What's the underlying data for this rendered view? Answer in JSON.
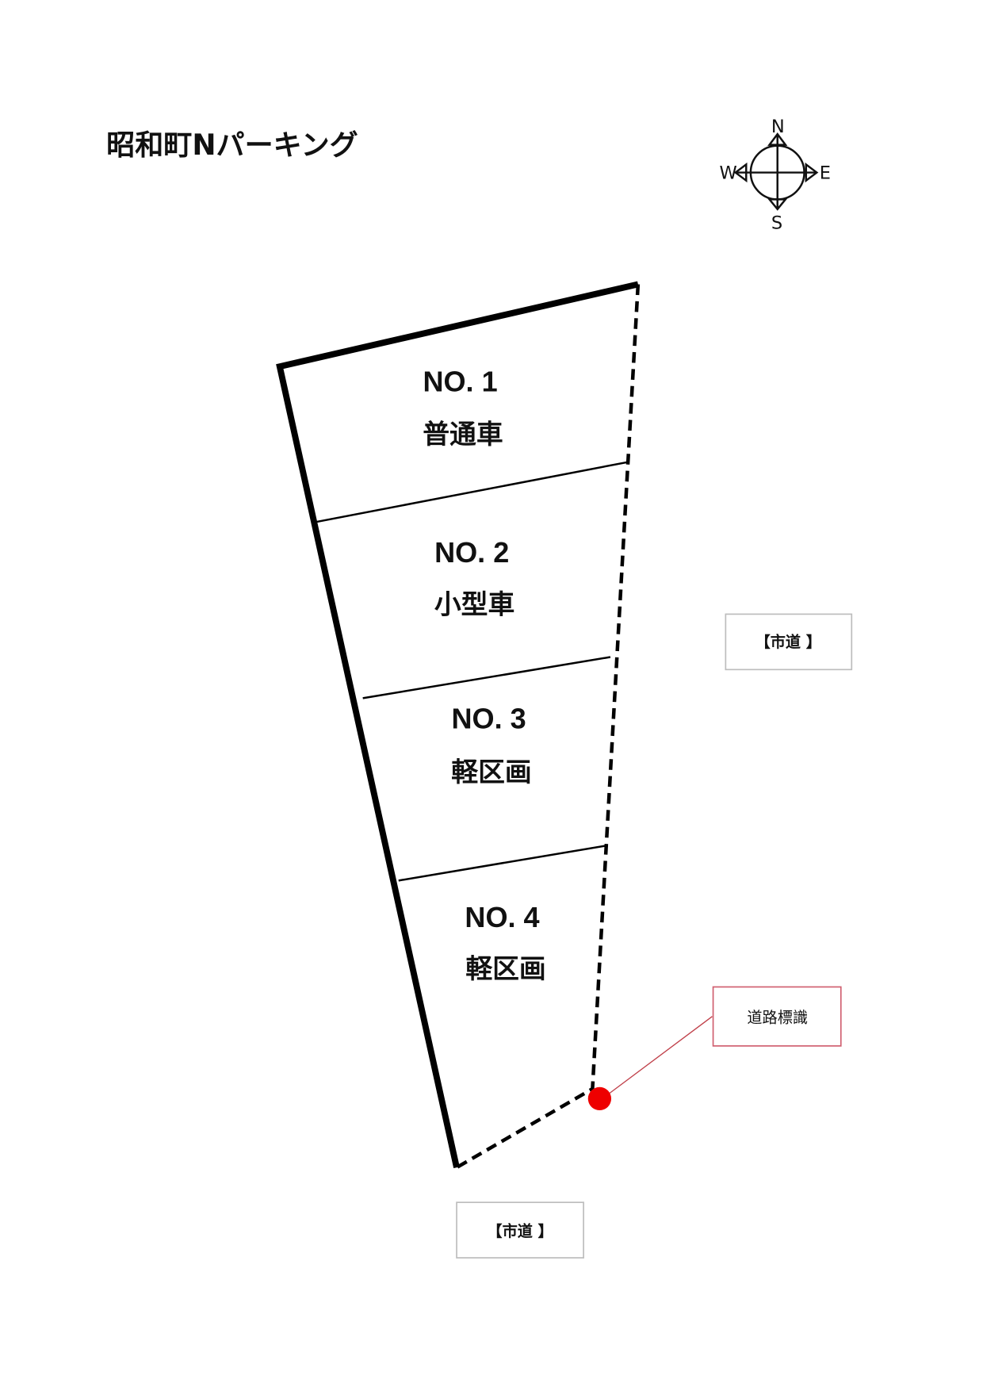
{
  "title": "昭和町Nパーキング",
  "compass": {
    "north": "N",
    "south": "S",
    "east": "E",
    "west": "W"
  },
  "lots": [
    {
      "number": "NO. 1",
      "type": "普通車"
    },
    {
      "number": "NO. 2",
      "type": "小型車"
    },
    {
      "number": "NO. 3",
      "type": "軽区画"
    },
    {
      "number": "NO. 4",
      "type": "軽区画"
    }
  ],
  "roads": {
    "east": "【市道 】",
    "south": "【市道 】"
  },
  "annotation": {
    "label": "道路標識",
    "marker_color": "#ee0000",
    "line_color": "#c0404a"
  },
  "colors": {
    "boundary": "#000000",
    "road_box_border": "#bdbdbd",
    "annotation_border": "#d06070"
  }
}
